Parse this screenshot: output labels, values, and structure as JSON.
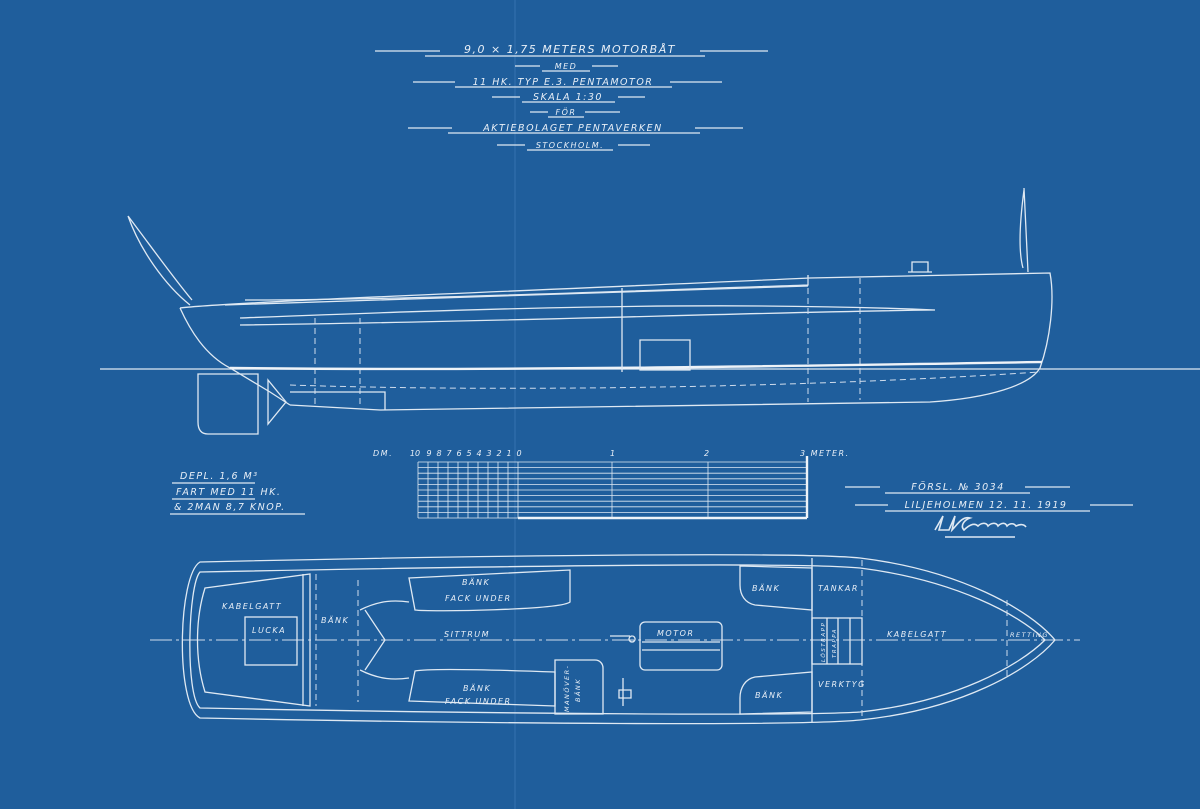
{
  "title_block": {
    "lines": [
      "9,0 × 1,75 METERS MOTORBÅT",
      "MED",
      "11 HK. TYP E.3. PENTAMOTOR",
      "SKALA 1:30",
      "FÖR",
      "AKTIEBOLAGET PENTAVERKEN",
      "STOCKHOLM."
    ]
  },
  "specs": {
    "displacement": "DEPL. 1,6 M³",
    "speed_line1": "FART MED 11 HK.",
    "speed_line2": "& 2MAN 8,7 KNOP."
  },
  "scale_bar": {
    "unit_prefix": "DM.",
    "decimeters": [
      "10",
      "9",
      "8",
      "7",
      "6",
      "5",
      "4",
      "3",
      "2",
      "1",
      "0"
    ],
    "meter_1": "1",
    "meter_2": "2",
    "meter_3": "3 METER."
  },
  "proposal": {
    "number": "FÖRSL. № 3034",
    "place_date": "LILJEHOLMEN 12. 11. 1919",
    "signature": "L.E. Pettersson"
  },
  "plan_labels": {
    "kabelgatt_aft": "KABELGATT",
    "lucka": "LUCKA",
    "bank_aft": "BÄNK",
    "bank_top": "BÄNK",
    "fack_top": "FACK UNDER",
    "sittrum": "SITTRUM",
    "bank_bottom": "BÄNK",
    "fack_bottom": "FACK UNDER",
    "manover": "MANÖVER-",
    "manover2": "BÄNK",
    "motor": "MOTOR",
    "bank_fwd_top": "BÄNK",
    "bank_fwd_bottom": "BÄNK",
    "tankar": "TANKAR",
    "verktyg": "VERKTYG",
    "lastrum": "LÖSTRAPP",
    "trappa": "TRAPPA",
    "kabelgatt_fwd": "KABELGATT",
    "retting": "RETTING"
  },
  "colors": {
    "paper": "#1f5e9c",
    "ink": "#e8eff7"
  }
}
